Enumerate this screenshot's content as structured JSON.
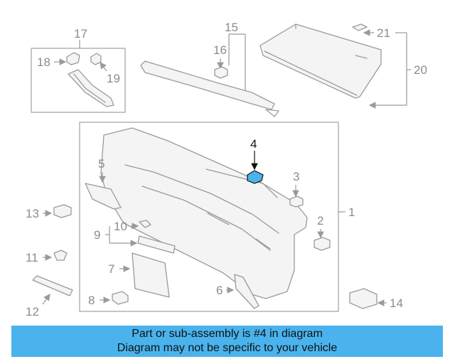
{
  "callouts": {
    "p1": "1",
    "p2": "2",
    "p3": "3",
    "p4": "4",
    "p5": "5",
    "p6": "6",
    "p7": "7",
    "p8": "8",
    "p9": "9",
    "p10": "10",
    "p11": "11",
    "p12": "12",
    "p13": "13",
    "p14": "14",
    "p15": "15",
    "p16": "16",
    "p17": "17",
    "p18": "18",
    "p19": "19",
    "p20": "20",
    "p21": "21"
  },
  "highlighted_part": "4",
  "colors": {
    "highlight": "#4ab3ed",
    "line": "#9a9a9a",
    "banner": "#4ab3ed"
  },
  "banner": {
    "line1": "Part or sub-assembly is #4 in diagram",
    "line2": "Diagram may not be specific to your vehicle"
  }
}
